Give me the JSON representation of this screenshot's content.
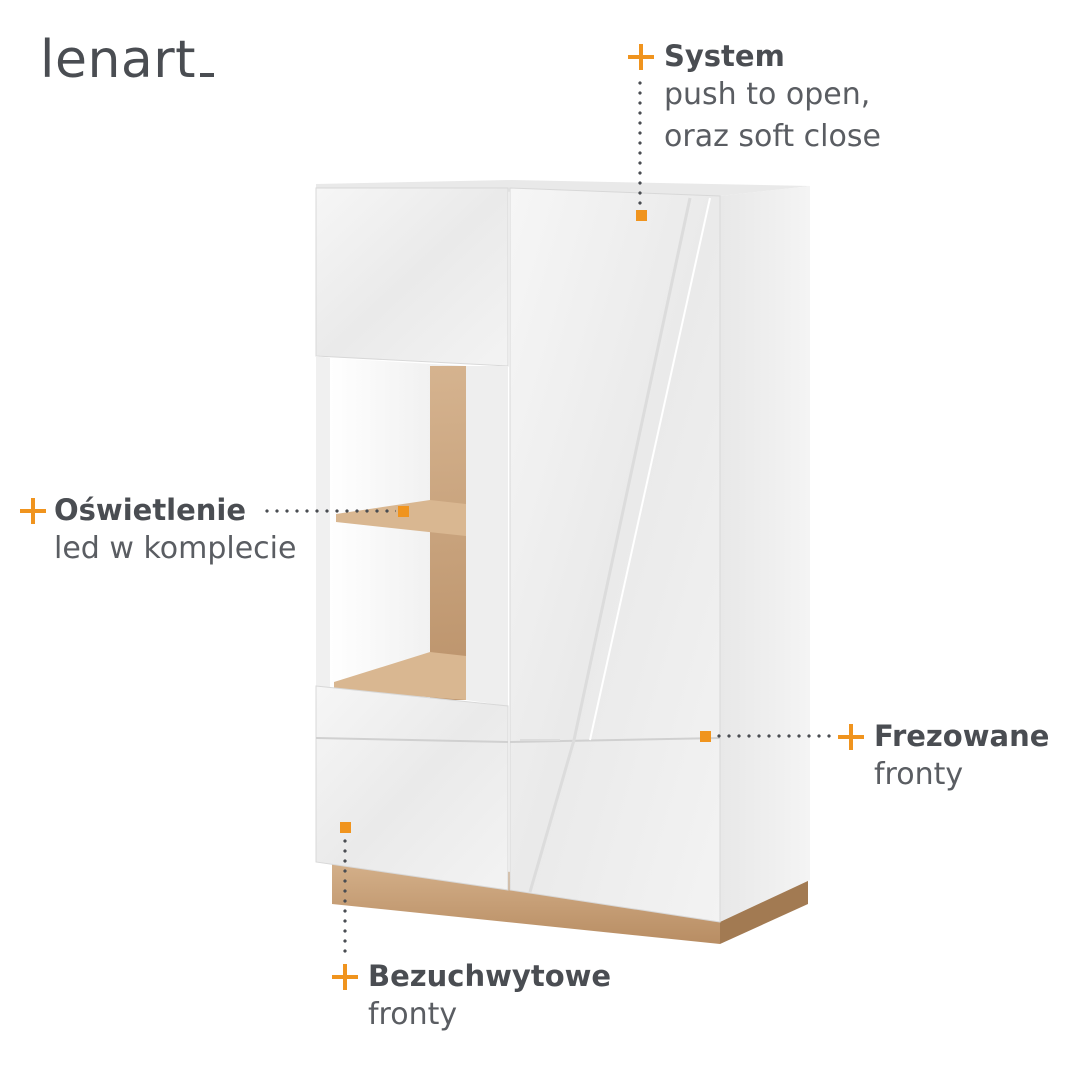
{
  "brand": {
    "logo_text": "lenart"
  },
  "features": {
    "system": {
      "title": "System",
      "lines": [
        "push to open,",
        "oraz soft close"
      ]
    },
    "lighting": {
      "title": "Oświetlenie",
      "lines": [
        "led w komplecie"
      ]
    },
    "milled": {
      "title": "Frezowane",
      "lines": [
        "fronty"
      ]
    },
    "handleless": {
      "title": "Bezuchwytowe",
      "lines": [
        "fronty"
      ]
    }
  },
  "colors": {
    "accent": "#f0941e",
    "text": "#4a4d52",
    "oak": "#c9a27a"
  },
  "icons": {
    "feature_marker": "plus-icon",
    "hotspot": "square-marker"
  }
}
